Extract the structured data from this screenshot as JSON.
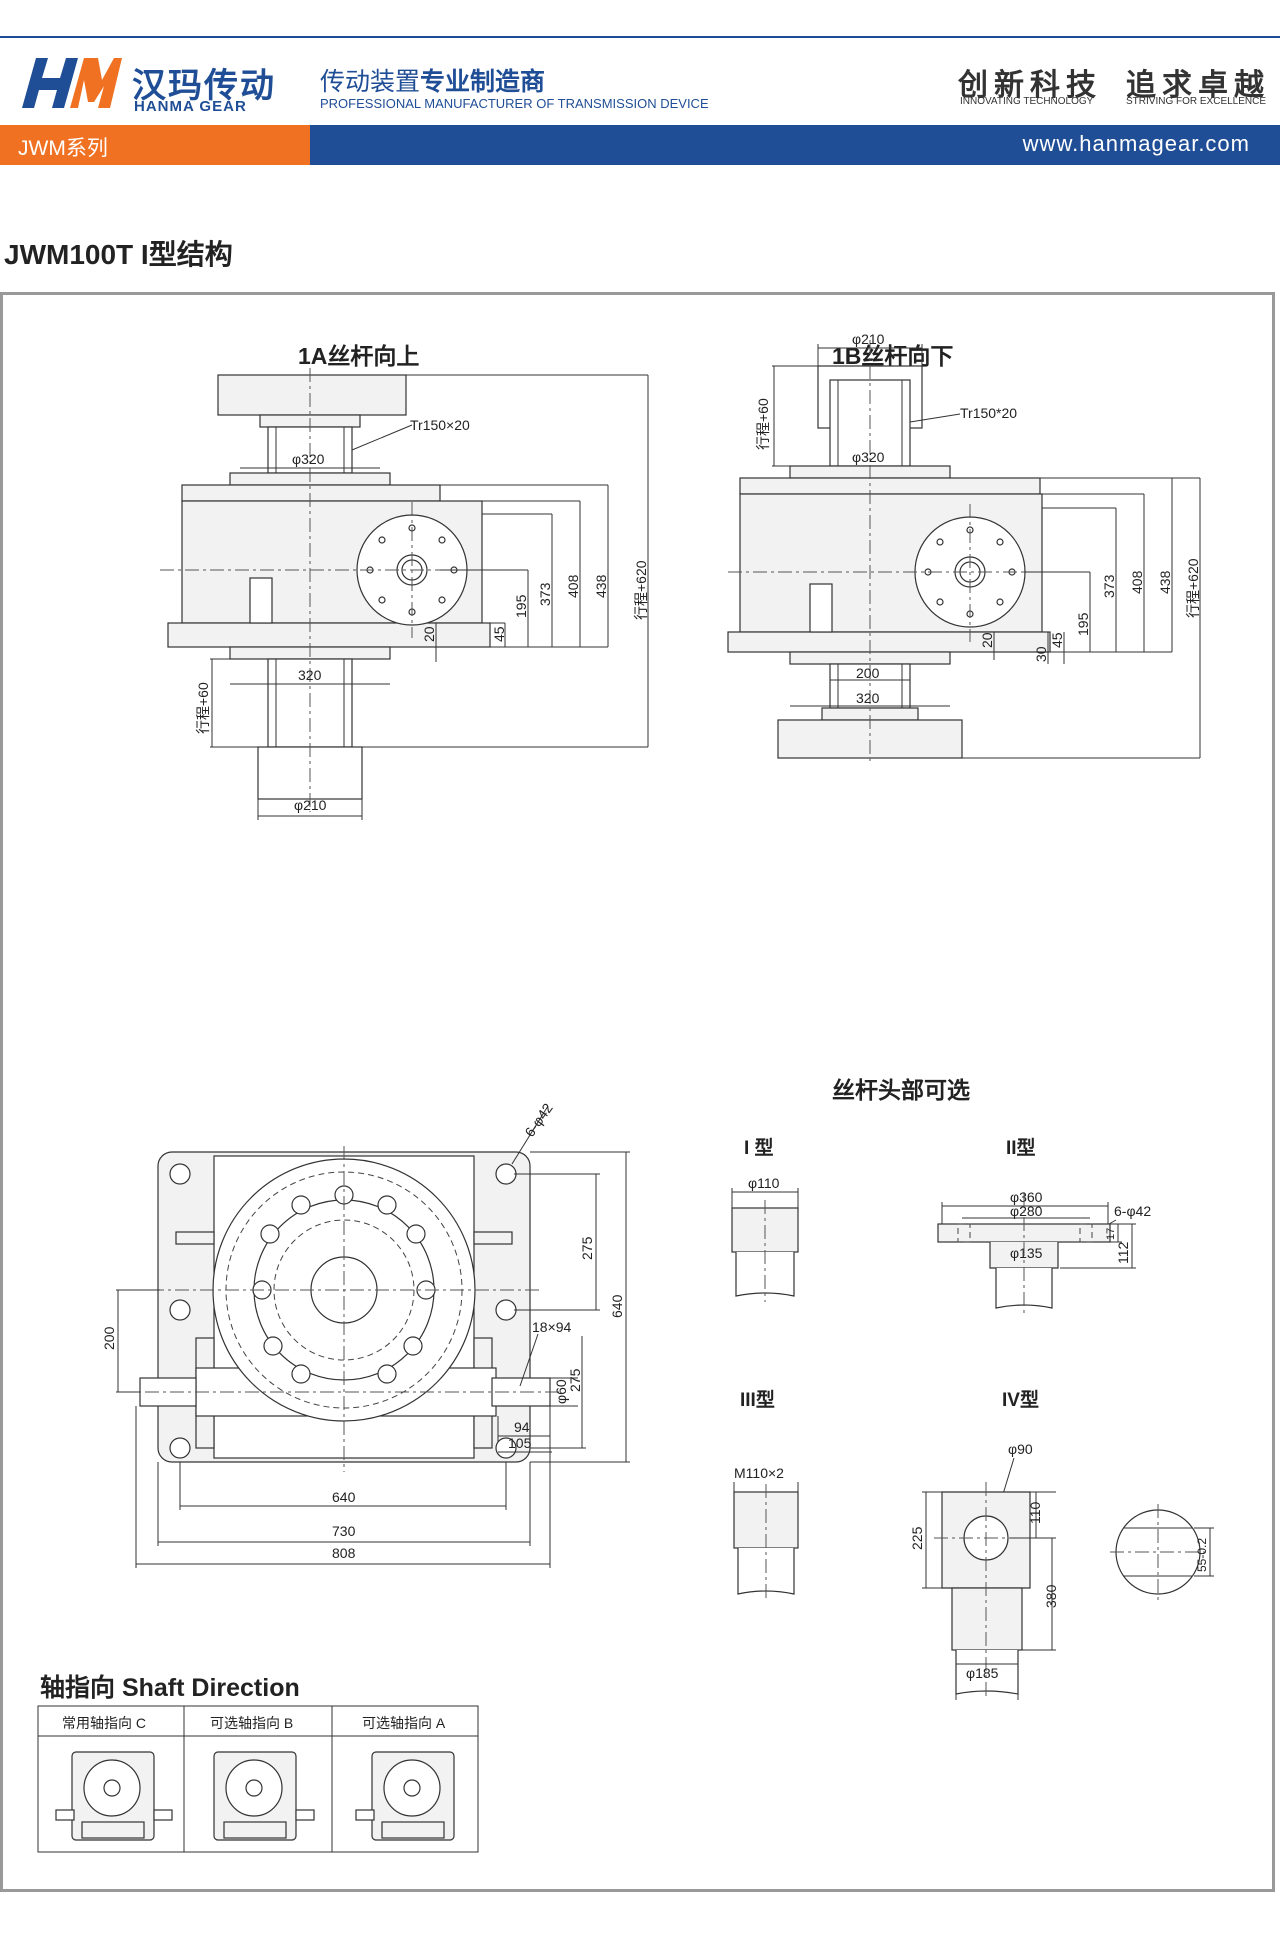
{
  "header": {
    "logo_mark": "HM",
    "logo_cn": "汉玛传动",
    "logo_en": "HANMA GEAR",
    "slogan_cn_a": "传动装置",
    "slogan_cn_b": "专业制造商",
    "slogan_en": "PROFESSIONAL MANUFACTURER OF TRANSMISSION DEVICE",
    "motto1_cn": "创新科技",
    "motto1_en": "INNOVATING TECHNOLOGY",
    "motto2_cn": "追求卓越",
    "motto2_en": "STRIVING FOR EXCELLENCE",
    "series": "JWM系列",
    "website": "www.hanmagear.com"
  },
  "page_title": "JWM100T I型结构",
  "views": {
    "view_1a": {
      "title": "1A丝杆向上",
      "screw_label": "Tr150×20",
      "d320_top": "φ320",
      "dim_373": "373",
      "dim_408": "408",
      "dim_438": "438",
      "stroke_620": "行程+620",
      "dim_195": "195",
      "dim_20": "20",
      "dim_45": "45",
      "dim_320_bottom": "320",
      "stroke_60": "行程+60",
      "d210": "φ210"
    },
    "view_1b": {
      "title": "1B丝杆向下",
      "d210": "φ210",
      "stroke_60": "行程+60",
      "screw_label": "Tr150*20",
      "d320": "φ320",
      "dim_373": "373",
      "dim_408": "408",
      "dim_438": "438",
      "stroke_620": "行程+620",
      "dim_195": "195",
      "dim_20": "20",
      "dim_45": "45",
      "dim_30": "30",
      "dim_200": "200",
      "dim_320": "320"
    },
    "top_view": {
      "holes": "6-φ42",
      "dim_275_a": "275",
      "dim_640_v": "640",
      "dim_200": "200",
      "key": "18×94",
      "d60": "φ60",
      "dim_275_b": "275",
      "dim_94": "94",
      "dim_105": "105",
      "dim_640": "640",
      "dim_730": "730",
      "dim_808": "808"
    },
    "options": {
      "title": "丝杆头部可选",
      "type1": "I 型",
      "type1_d": "φ110",
      "type2": "II型",
      "type2_d360": "φ360",
      "type2_d280": "φ280",
      "type2_holes": "6-φ42",
      "type2_d135": "φ135",
      "type2_112": "112",
      "type2_17": "17",
      "type3": "III型",
      "type3_thread": "M110×2",
      "type4": "IV型",
      "type4_d90": "φ90",
      "type4_225": "225",
      "type4_110": "110",
      "type4_380": "380",
      "type4_d185": "φ185",
      "type4_55": "55-0.2"
    }
  },
  "shaft_direction": {
    "title": "轴指向 Shaft Direction",
    "cells": [
      {
        "label": "常用轴指向 C"
      },
      {
        "label": "可选轴指向 B"
      },
      {
        "label": "可选轴指向 A"
      }
    ]
  },
  "colors": {
    "brand_blue": "#1f4e96",
    "brand_orange": "#f07121",
    "part_fill": "#f2f2f2",
    "line": "#333333"
  }
}
